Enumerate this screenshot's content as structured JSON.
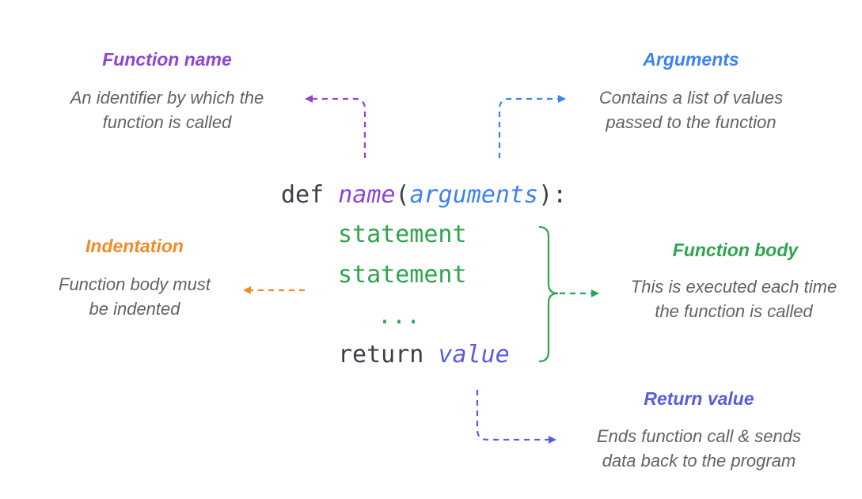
{
  "colors": {
    "purple": "#8e44d6",
    "blue": "#3d82f2",
    "orange": "#f28a26",
    "green": "#2ea44f",
    "indigo": "#5b5be0",
    "dark": "#3a3f4a",
    "grey": "#5f6368"
  },
  "code": {
    "def": "def",
    "name": "name",
    "paren_open": "(",
    "arguments": "arguments",
    "paren_close": "):",
    "statement_1": "statement",
    "statement_2": "statement",
    "ellipsis": "...",
    "return_kw": "return",
    "return_value": "value"
  },
  "annotations": {
    "function_name": {
      "title": "Function name",
      "desc_1": "An identifier by which the",
      "desc_2": "function is called"
    },
    "arguments": {
      "title": "Arguments",
      "desc_1": "Contains a list of values",
      "desc_2": "passed to the function"
    },
    "indentation": {
      "title": "Indentation",
      "desc_1": "Function body must",
      "desc_2": "be indented"
    },
    "function_body": {
      "title": "Function body",
      "desc_1": "This is executed each time",
      "desc_2": "the function is called"
    },
    "return_value": {
      "title": "Return value",
      "desc_1": "Ends function call & sends",
      "desc_2": "data back to the program"
    }
  }
}
